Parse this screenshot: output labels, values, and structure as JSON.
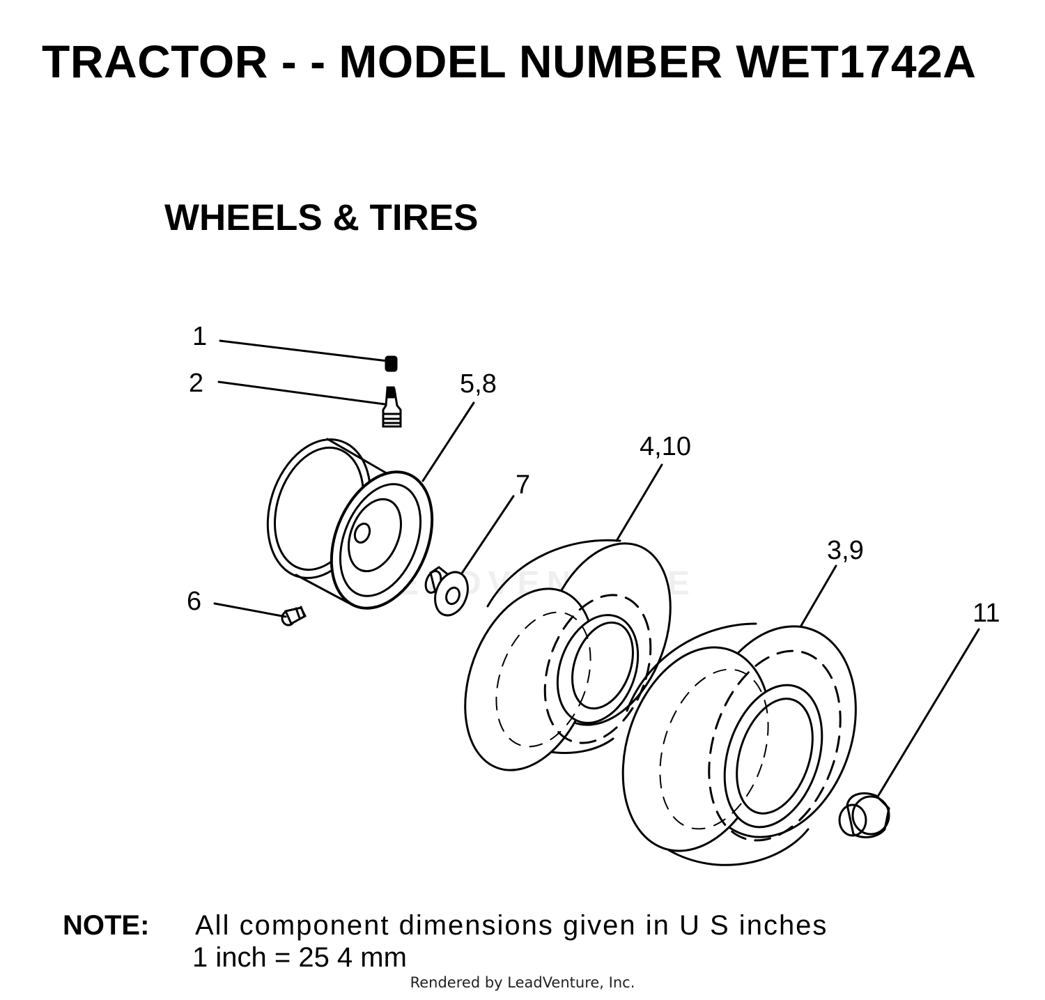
{
  "header": {
    "title": "TRACTOR - - MODEL NUMBER WET1742A",
    "section": "WHEELS & TIRES"
  },
  "diagram": {
    "callouts": [
      {
        "id": "1",
        "label": "1"
      },
      {
        "id": "2",
        "label": "2"
      },
      {
        "id": "5_8",
        "label": "5,8"
      },
      {
        "id": "7",
        "label": "7"
      },
      {
        "id": "4_10",
        "label": "4,10"
      },
      {
        "id": "3_9",
        "label": "3,9"
      },
      {
        "id": "11",
        "label": "11"
      },
      {
        "id": "6",
        "label": "6"
      }
    ]
  },
  "note": {
    "label": "NOTE:",
    "line1": "All component dimensions given in U S  inches",
    "line2": "1 inch = 25 4 mm"
  },
  "watermark": "LEADVENTURE",
  "footer": {
    "credit": "Rendered by LeadVenture, Inc."
  }
}
